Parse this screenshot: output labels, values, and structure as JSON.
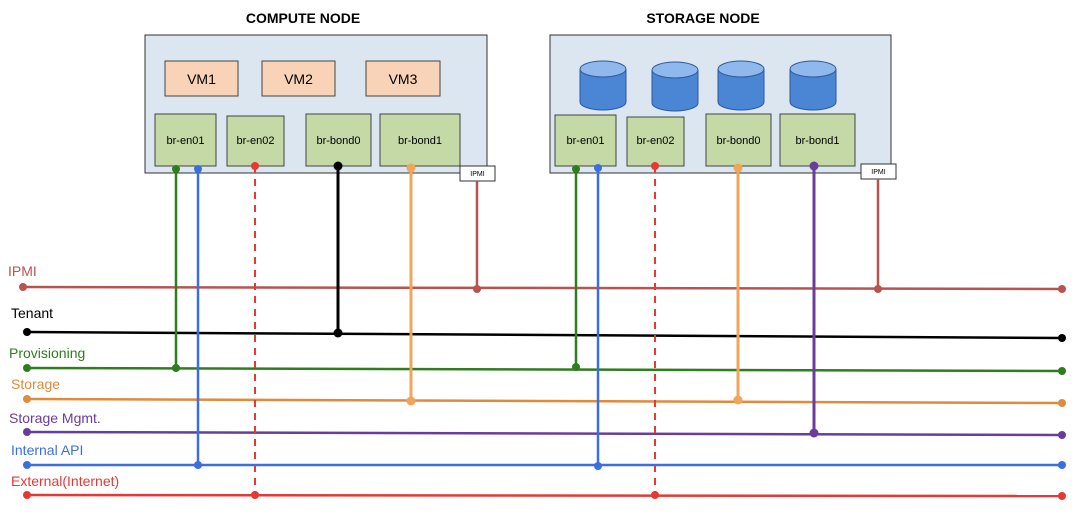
{
  "colors": {
    "ipmi": "#b85450",
    "tenant": "#000000",
    "provisioning": "#2e7d1e",
    "storage": "#e08a3c",
    "storage_mgmt": "#6a3d9a",
    "internal_api": "#3b6fe0",
    "external": "#e53935",
    "node_fill": "#dce6f1",
    "vm_fill": "#f8d3b8",
    "bridge_fill": "#c5d9a6"
  },
  "compute_node": {
    "title": "COMPUTE NODE",
    "vms": [
      "VM1",
      "VM2",
      "VM3"
    ],
    "bridges": [
      "br-en01",
      "br-en02",
      "br-bond0",
      "br-bond1"
    ],
    "ipmi_label": "IPMI"
  },
  "storage_node": {
    "title": "STORAGE NODE",
    "disk_icon": "database-cylinder-icon",
    "bridges": [
      "br-en01",
      "br-en02",
      "br-bond0",
      "br-bond1"
    ],
    "ipmi_label": "IPMI"
  },
  "networks": [
    {
      "key": "ipmi",
      "label": "IPMI"
    },
    {
      "key": "tenant",
      "label": "Tenant"
    },
    {
      "key": "provisioning",
      "label": "Provisioning"
    },
    {
      "key": "storage",
      "label": "Storage"
    },
    {
      "key": "storage_mgmt",
      "label": "Storage Mgmt."
    },
    {
      "key": "internal_api",
      "label": "Internal API"
    },
    {
      "key": "external",
      "label": "External(Internet)"
    }
  ]
}
